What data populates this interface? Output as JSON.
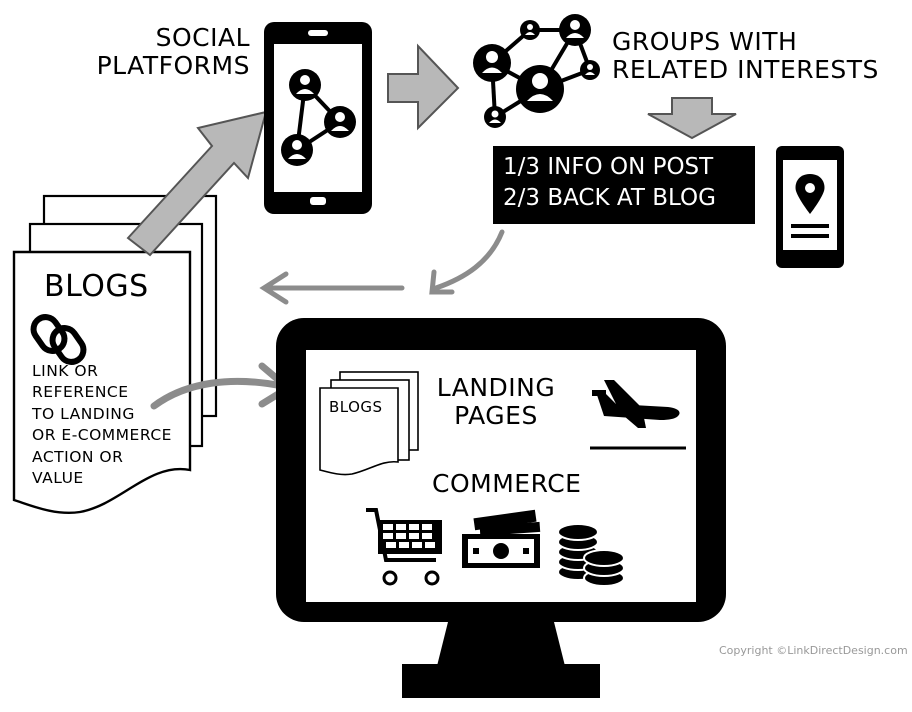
{
  "social_platforms": {
    "line1": "SOCIAL",
    "line2": "PLATFORMS"
  },
  "groups": {
    "line1": "GROUPS WITH",
    "line2": "RELATED INTERESTS"
  },
  "info_box": {
    "line1": "1/3 INFO ON POST",
    "line2": "2/3 BACK AT BLOG"
  },
  "blogs_doc": {
    "title": "BLOGS",
    "lines": [
      "LINK OR",
      "REFERENCE",
      "TO LANDING",
      "OR E-COMMERCE",
      "ACTION OR",
      "VALUE"
    ]
  },
  "monitor": {
    "mini_blogs": "BLOGS",
    "landing_line1": "LANDING",
    "landing_line2": "PAGES",
    "commerce": "COMMERCE"
  },
  "copyright": "Copyright ©LinkDirectDesign.com",
  "colors": {
    "ink": "#000000",
    "arrow_fill": "#b8b8b8",
    "curve_gray": "#8c8c8c",
    "copyright": "#999999"
  },
  "icons": [
    "smartphone-icon",
    "social-network-icon",
    "group-network-icon",
    "location-pin-phone-icon",
    "chain-link-icon",
    "airplane-icon",
    "shopping-cart-icon",
    "banknotes-icon",
    "coin-stack-icon"
  ]
}
